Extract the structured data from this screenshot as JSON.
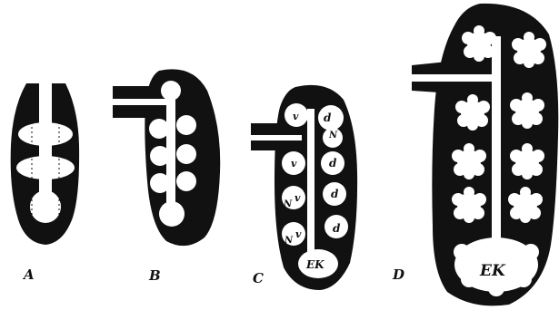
{
  "figure": {
    "panels": [
      {
        "label": "A"
      },
      {
        "label": "B"
      },
      {
        "label": "C"
      },
      {
        "label": "D"
      }
    ],
    "annotations": {
      "c_v_upper": "v",
      "c_d_upper": "d",
      "c_N_upper": "N",
      "c_v_mid": "v",
      "c_d_mid": "d",
      "c_N_mid": "N",
      "c_v_mid2": "v",
      "c_d_mid2": "d",
      "c_N_low": "N",
      "c_v_low": "v",
      "c_d_low": "d",
      "c_EK": "EK",
      "d_EK": "EK"
    }
  }
}
